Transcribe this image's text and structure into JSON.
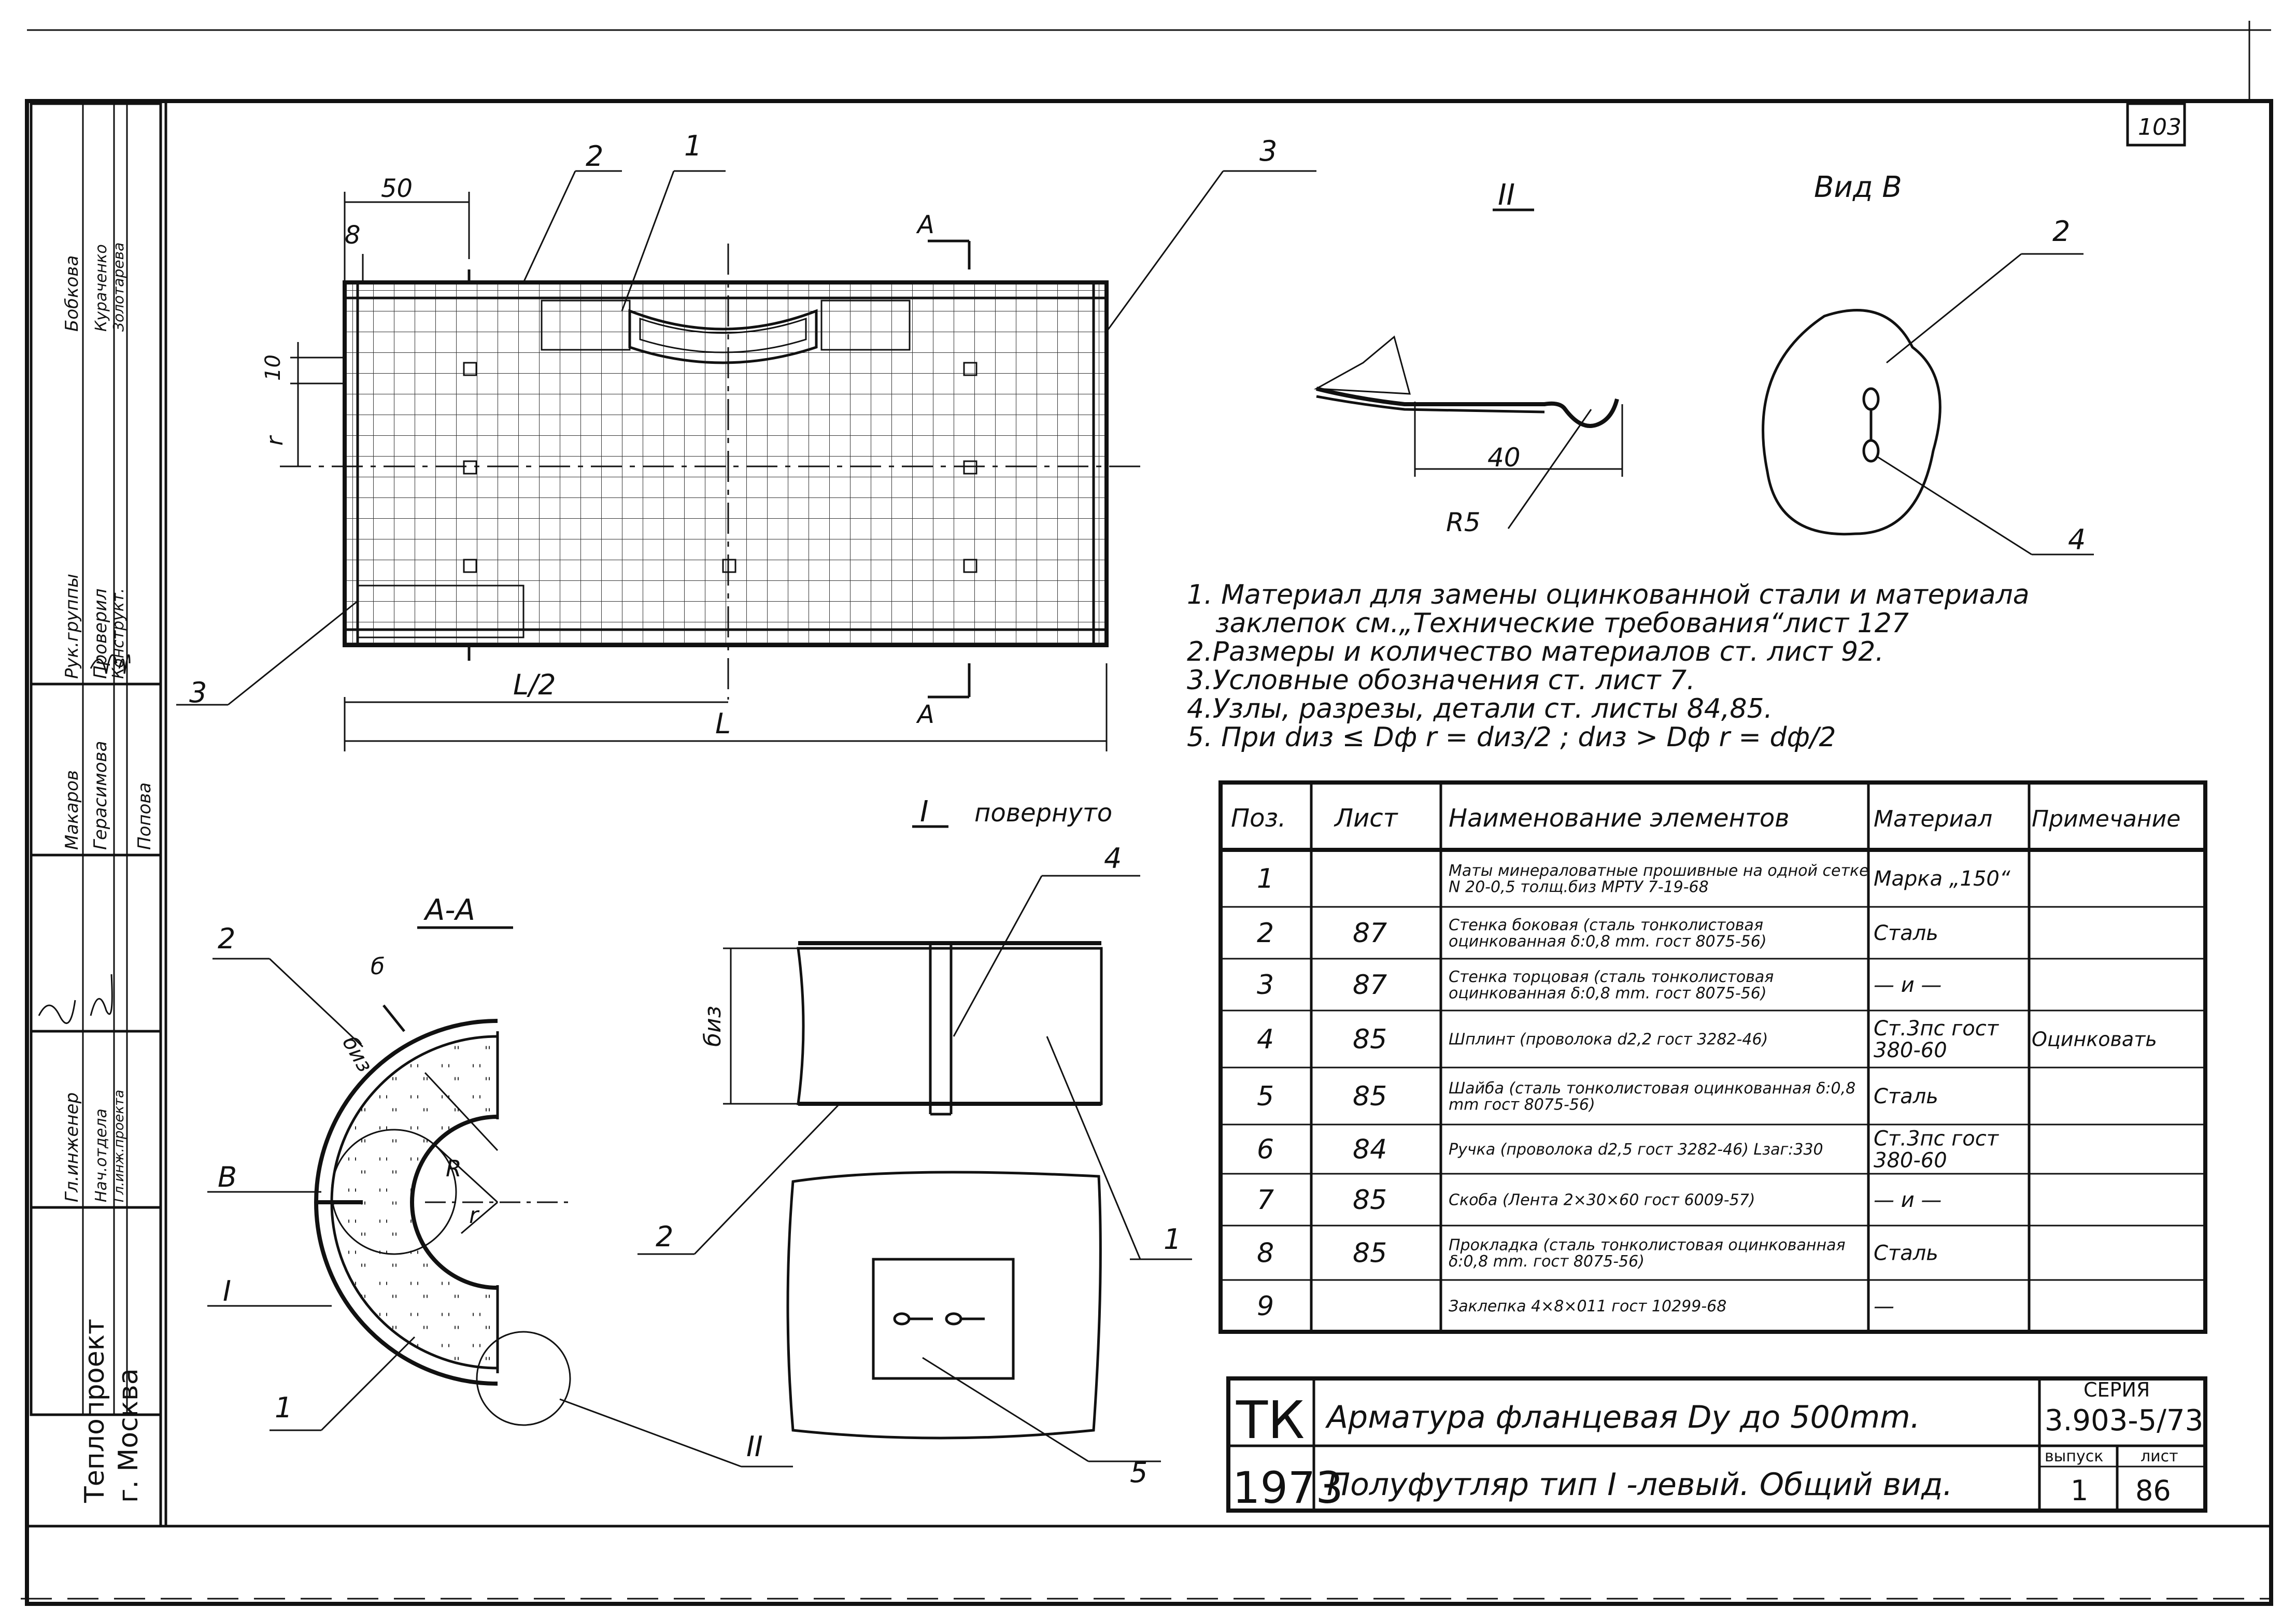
{
  "sheet_number": "103",
  "side_stamp": {
    "rows": [
      {
        "role": "Гл.инженер",
        "sign": "",
        "name": ""
      },
      {
        "role": "Нач.отдела",
        "sign": "",
        "name": ""
      },
      {
        "role": "Гл.инж.проекта",
        "sign": "",
        "name": ""
      },
      {
        "role": "",
        "sign": "",
        "name": "Макаров"
      },
      {
        "role": "",
        "sign": "",
        "name": "Герасимова"
      },
      {
        "role": "",
        "sign": "",
        "name": "Попова"
      },
      {
        "role": "Рук.группы",
        "sign": "",
        "name": "Бобкова"
      },
      {
        "role": "Проверил",
        "sign": "",
        "name": "Кураченко"
      },
      {
        "role": "Конструкт.",
        "sign": "",
        "name": "Золотарева"
      }
    ],
    "org": "Теплопроект",
    "city": "г. Москва"
  },
  "views": {
    "main_labels": {
      "p2": "2",
      "p1": "1",
      "p3a": "3",
      "p3b": "3",
      "dim50": "50",
      "dim8": "8",
      "dim10": "10",
      "r": "r",
      "A_top": "A",
      "A_bot": "A",
      "L2": "L/2",
      "L": "L"
    },
    "detail_II": {
      "title": "II",
      "dim40": "40",
      "r5": "R5"
    },
    "view_B": {
      "title": "Вид В",
      "p2": "2",
      "p4": "4"
    },
    "section_AA": {
      "title": "А-А",
      "p2": "2",
      "b6": "б",
      "biz": "биз",
      "B": "В",
      "I": "I",
      "R": "R",
      "r": "r",
      "p1": "1",
      "II": "II"
    },
    "detail_I": {
      "title_num": "I",
      "title_txt": "повернуто",
      "p4": "4",
      "biz": "биз",
      "p2": "2",
      "p1": "1",
      "p5": "5"
    }
  },
  "notes": [
    "1. Материал для замены оцинкованной стали и материала",
    "заклепок см.„Технические требования“лист 127",
    "2.Размеры и количество материалов ст. лист 92.",
    "3.Условные обозначения ст. лист 7.",
    "4.Узлы, разрезы, детали ст. листы 84,85.",
    "5. При dиз ≤ Dф  r = dиз/2 ;  dиз > Dф  r = dф/2"
  ],
  "spec_table": {
    "headers": [
      "Поз.",
      "Лист",
      "Наименование элементов",
      "Материал",
      "Примечание"
    ],
    "rows": [
      {
        "pos": "1",
        "sheet": "",
        "name": "Маты минераловатные прошивные на одной сетке N 20-0,5 толщ.биз МРТУ 7-19-68",
        "material": "Марка „150“",
        "note": ""
      },
      {
        "pos": "2",
        "sheet": "87",
        "name": "Стенка боковая (сталь тонколистовая оцинкованная δ:0,8 mm. гост 8075-56)",
        "material": "Сталь",
        "note": ""
      },
      {
        "pos": "3",
        "sheet": "87",
        "name": "Стенка торцовая (сталь тонколистовая оцинкованная δ:0,8 mm. гост 8075-56)",
        "material": "— и —",
        "note": ""
      },
      {
        "pos": "4",
        "sheet": "85",
        "name": "Шплинт (проволока d2,2 гост 3282-46)",
        "material": "Ст.3пс гост 380-60",
        "note": "Оцинковать"
      },
      {
        "pos": "5",
        "sheet": "85",
        "name": "Шайба (сталь тонколистовая оцинкованная δ:0,8 mm гост 8075-56)",
        "material": "Сталь",
        "note": ""
      },
      {
        "pos": "6",
        "sheet": "84",
        "name": "Ручка (проволока d2,5 гост 3282-46) Lзаг:330",
        "material": "Ст.3пс гост 380-60",
        "note": ""
      },
      {
        "pos": "7",
        "sheet": "85",
        "name": "Скоба (Лента 2×30×60 гост 6009-57)",
        "material": "— и —",
        "note": ""
      },
      {
        "pos": "8",
        "sheet": "85",
        "name": "Прокладка (сталь тонколистовая оцинкованная δ:0,8 mm. гост 8075-56)",
        "material": "Сталь",
        "note": ""
      },
      {
        "pos": "9",
        "sheet": "",
        "name": "Заклепка 4×8×011 гост 10299-68",
        "material": "—",
        "note": ""
      }
    ]
  },
  "title_block": {
    "code": "ТК",
    "year": "1973",
    "title1": "Арматура фланцевая Dу до 500mm.",
    "title2": "Полуфутляр тип I -левый. Общий вид.",
    "series_label": "СЕРИЯ",
    "series": "3.903-5/73",
    "issue_label": "выпуск",
    "issue": "1",
    "sheet_label": "лист",
    "sheet": "86"
  }
}
